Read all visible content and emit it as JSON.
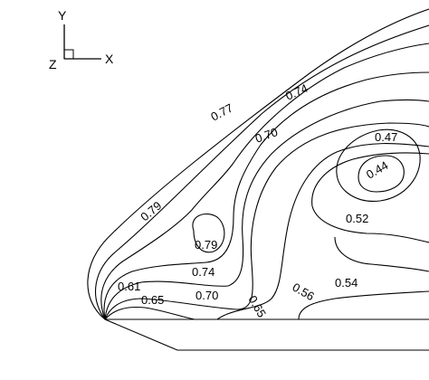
{
  "triad": {
    "y": "Y",
    "z": "Z",
    "x": "X"
  },
  "contour_labels": [
    {
      "id": "c077",
      "text": "0.77"
    },
    {
      "id": "c074",
      "text": "0.74"
    },
    {
      "id": "c070a",
      "text": "0.70"
    },
    {
      "id": "c047",
      "text": "0.47"
    },
    {
      "id": "c044",
      "text": "0.44"
    },
    {
      "id": "c079a",
      "text": "0.79"
    },
    {
      "id": "c052",
      "text": "0.52"
    },
    {
      "id": "c079b",
      "text": "0.79"
    },
    {
      "id": "c074b",
      "text": "0.74"
    },
    {
      "id": "c054",
      "text": "0.54"
    },
    {
      "id": "c061",
      "text": "0.61"
    },
    {
      "id": "c065a",
      "text": "0.65"
    },
    {
      "id": "c070b",
      "text": "0.70"
    },
    {
      "id": "c065b",
      "text": "0.65"
    },
    {
      "id": "c056",
      "text": "0.56"
    }
  ]
}
